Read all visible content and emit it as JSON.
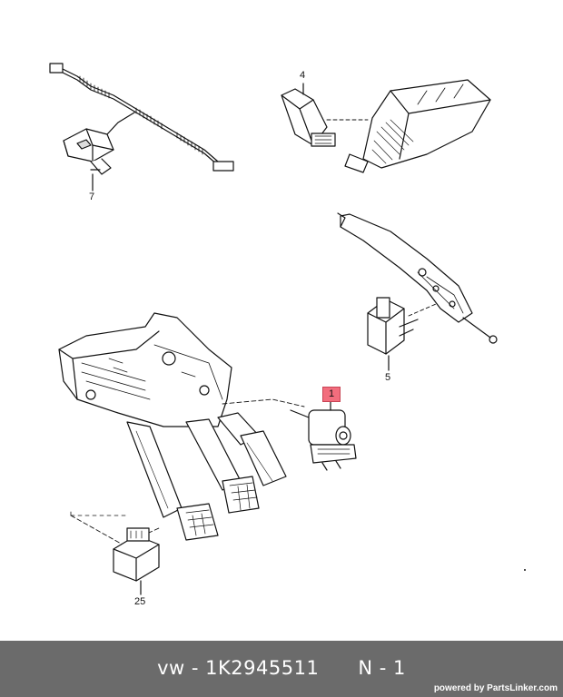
{
  "callouts": {
    "c1": "1",
    "c4": "4",
    "c5": "5",
    "c7": "7",
    "c25": "25"
  },
  "footer": {
    "part_label": "vw - 1K2945511      N - 1",
    "powered_by": "powered by PartsLinker.com"
  },
  "colors": {
    "footer_bg": "#6b6b6b",
    "highlight": "#f26d7d",
    "line": "#111111"
  }
}
